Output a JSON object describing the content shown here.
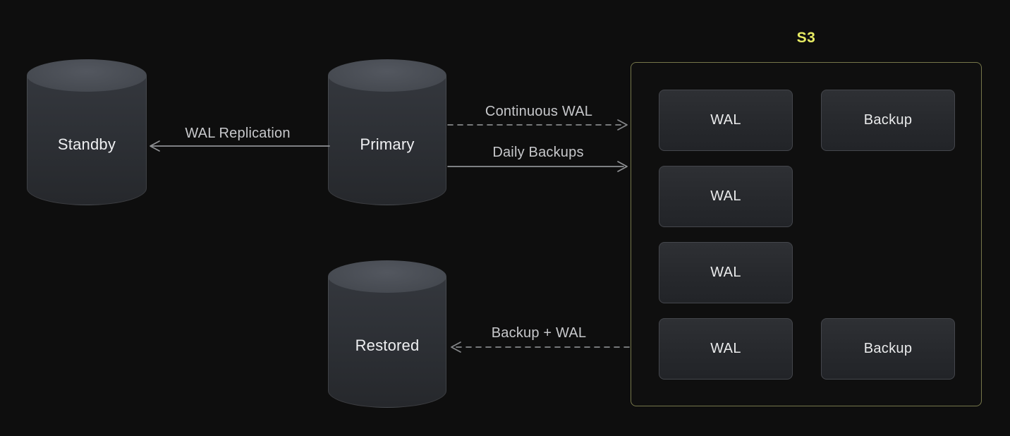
{
  "diagram": {
    "background_color": "#0e0e0e",
    "nodes": {
      "standby": {
        "label": "Standby"
      },
      "primary": {
        "label": "Primary"
      },
      "restored": {
        "label": "Restored"
      }
    },
    "arrows": [
      {
        "label": "WAL Replication",
        "style": "solid",
        "direction": "left",
        "from": "primary",
        "to": "standby"
      },
      {
        "label": "Continuous WAL",
        "style": "dashed",
        "direction": "right",
        "from": "primary",
        "to": "s3"
      },
      {
        "label": "Daily Backups",
        "style": "solid",
        "direction": "right",
        "from": "primary",
        "to": "s3"
      },
      {
        "label": "Backup + WAL",
        "style": "dashed",
        "direction": "left",
        "from": "s3",
        "to": "restored"
      }
    ],
    "s3": {
      "title": "S3",
      "title_color": "#e7eb63",
      "border_color": "#76774a",
      "items": [
        {
          "label": "WAL"
        },
        {
          "label": "Backup"
        },
        {
          "label": "WAL"
        },
        {
          "label": "WAL"
        },
        {
          "label": "WAL"
        },
        {
          "label": "Backup"
        }
      ]
    },
    "colors": {
      "arrow": "#85878a",
      "label_text": "#c7c8cb",
      "node_text": "#eff0f2",
      "cylinder_body": "#2c2f34",
      "cylinder_top": "#474b52",
      "box_fill": "#27292d"
    }
  }
}
